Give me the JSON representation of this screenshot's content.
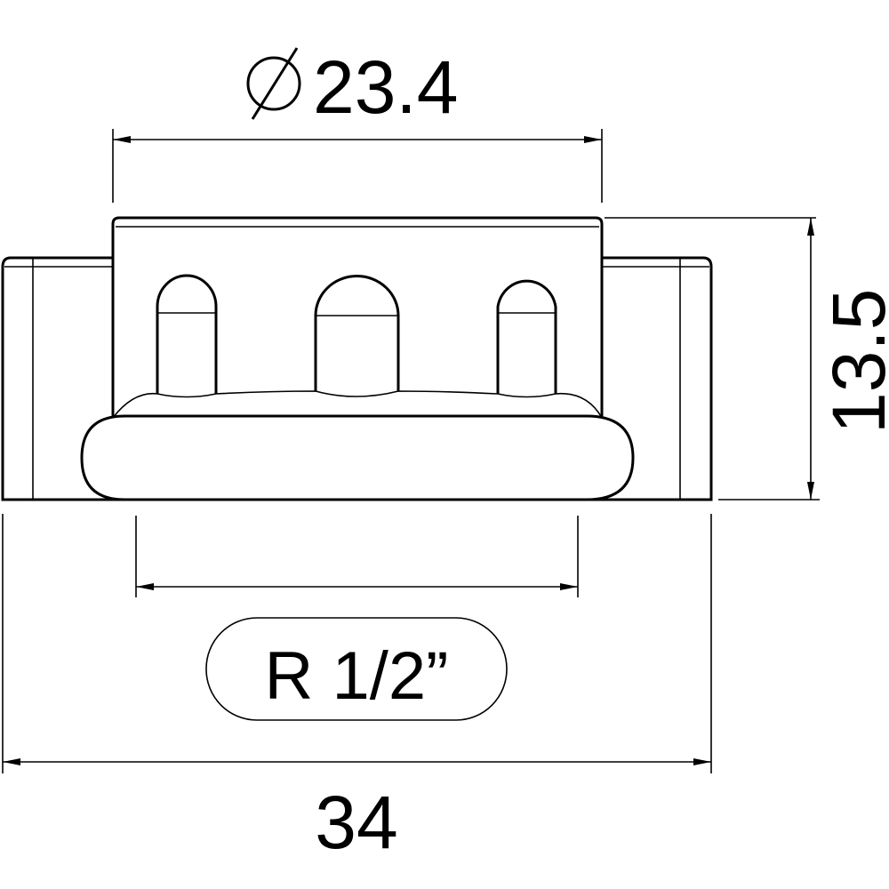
{
  "drawing": {
    "diameter_symbol": "⌀",
    "diameter_value": "23.4",
    "height_value": "13.5",
    "thread_label": "R 1/2”",
    "overall_width_value": "34",
    "line_color": "#000000",
    "background_color": "#ffffff"
  }
}
